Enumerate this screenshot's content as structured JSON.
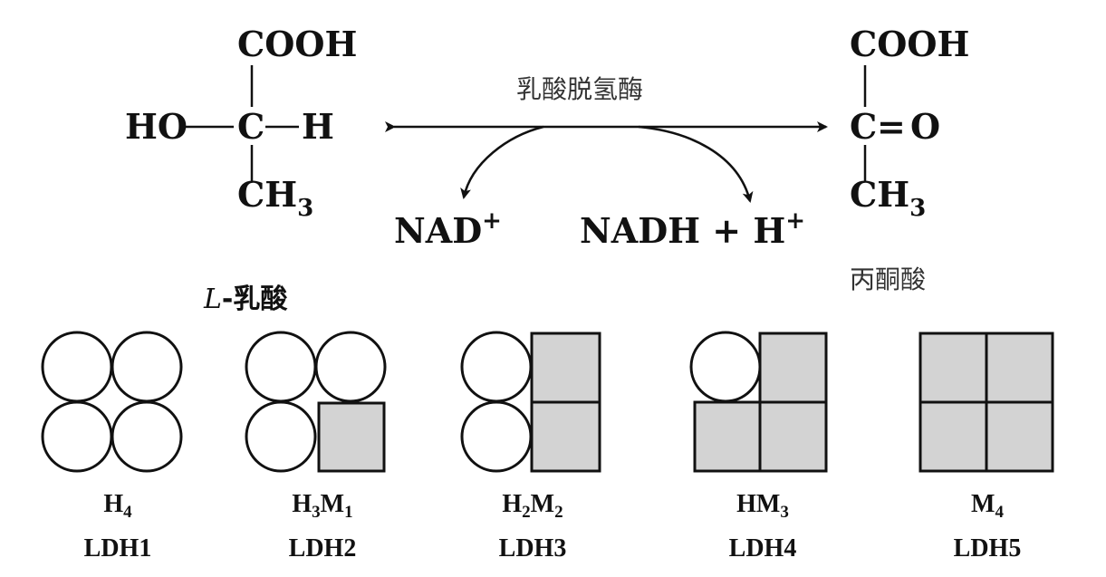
{
  "lactate": {
    "cooh": "COOH",
    "ho": "HO",
    "c": "C",
    "h": "H",
    "ch": "CH",
    "ch_sub": "3",
    "name_italic": "L",
    "name_rest": "-乳酸"
  },
  "pyruvate": {
    "cooh": "COOH",
    "c": "C",
    "eq": "=",
    "o": "O",
    "ch": "CH",
    "ch_sub": "3",
    "name": "丙酮酸"
  },
  "enzyme": "乳酸脱氢酶",
  "cofactors": {
    "nad": "NAD",
    "nad_sup": "+",
    "nadh": "NADH + H",
    "nadh_sup": "+"
  },
  "isozymes": [
    {
      "formula": [
        "H",
        "4",
        "",
        ""
      ],
      "name": "LDH1"
    },
    {
      "formula": [
        "H",
        "3",
        "M",
        "1"
      ],
      "name": "LDH2"
    },
    {
      "formula": [
        "H",
        "2",
        "M",
        "2"
      ],
      "name": "LDH3"
    },
    {
      "formula": [
        "HM",
        "3",
        "",
        ""
      ],
      "name": "LDH4"
    },
    {
      "formula": [
        "M",
        "4",
        "",
        ""
      ],
      "name": "LDH5"
    }
  ],
  "colors": {
    "subunit_m": "#d3d3d3",
    "subunit_h": "#ffffff"
  }
}
